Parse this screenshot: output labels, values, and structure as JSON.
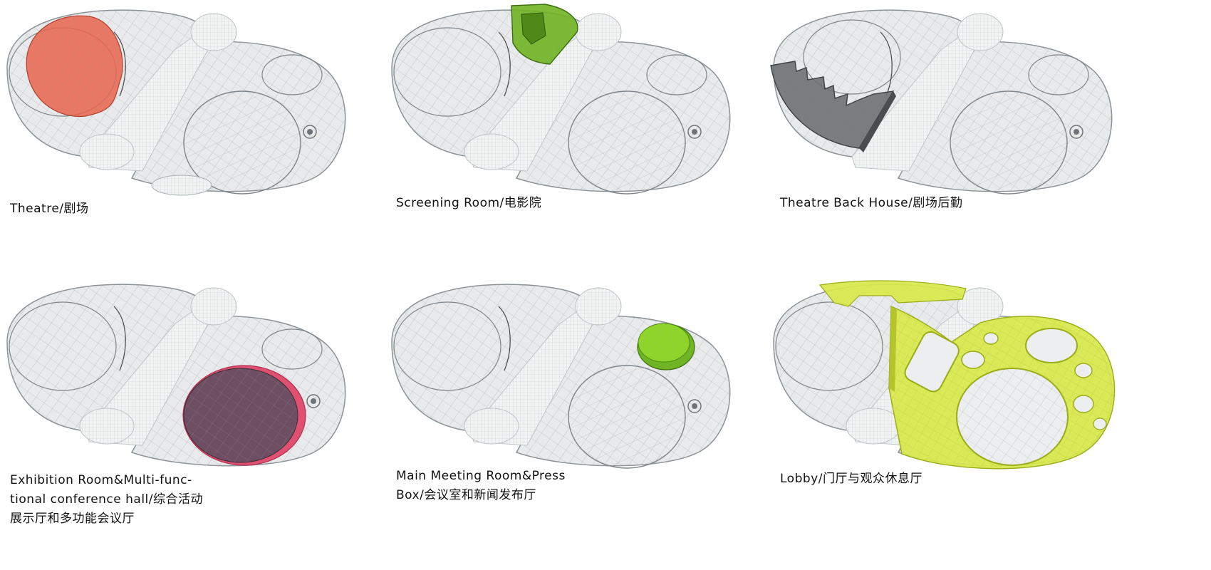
{
  "panels": [
    {
      "caption": "Theatre/剧场",
      "highlight_color": "#e8644c",
      "highlight_edge": "#b0402c"
    },
    {
      "caption": "Screening Room/电影院",
      "highlight_color": "#6fb424",
      "highlight_edge": "#3d6e10"
    },
    {
      "caption": "Theatre Back House/剧场后勤",
      "highlight_color": "#6e7173",
      "highlight_edge": "#3e4144"
    },
    {
      "caption": "Exhibition Room&Multi-func-\ntional conference hall/综合活动\n展示厅和多功能会议厅",
      "highlight_color": "#6e4e62",
      "highlight_edge": "#e05070"
    },
    {
      "caption": "Main Meeting Room&Press\nBox/会议室和新闻发布厅",
      "highlight_color": "#8fd42a",
      "highlight_edge": "#4f8a12"
    },
    {
      "caption": "Lobby/门厅与观众休息厅",
      "highlight_color": "#d8e84a",
      "highlight_edge": "#9aac18"
    }
  ]
}
